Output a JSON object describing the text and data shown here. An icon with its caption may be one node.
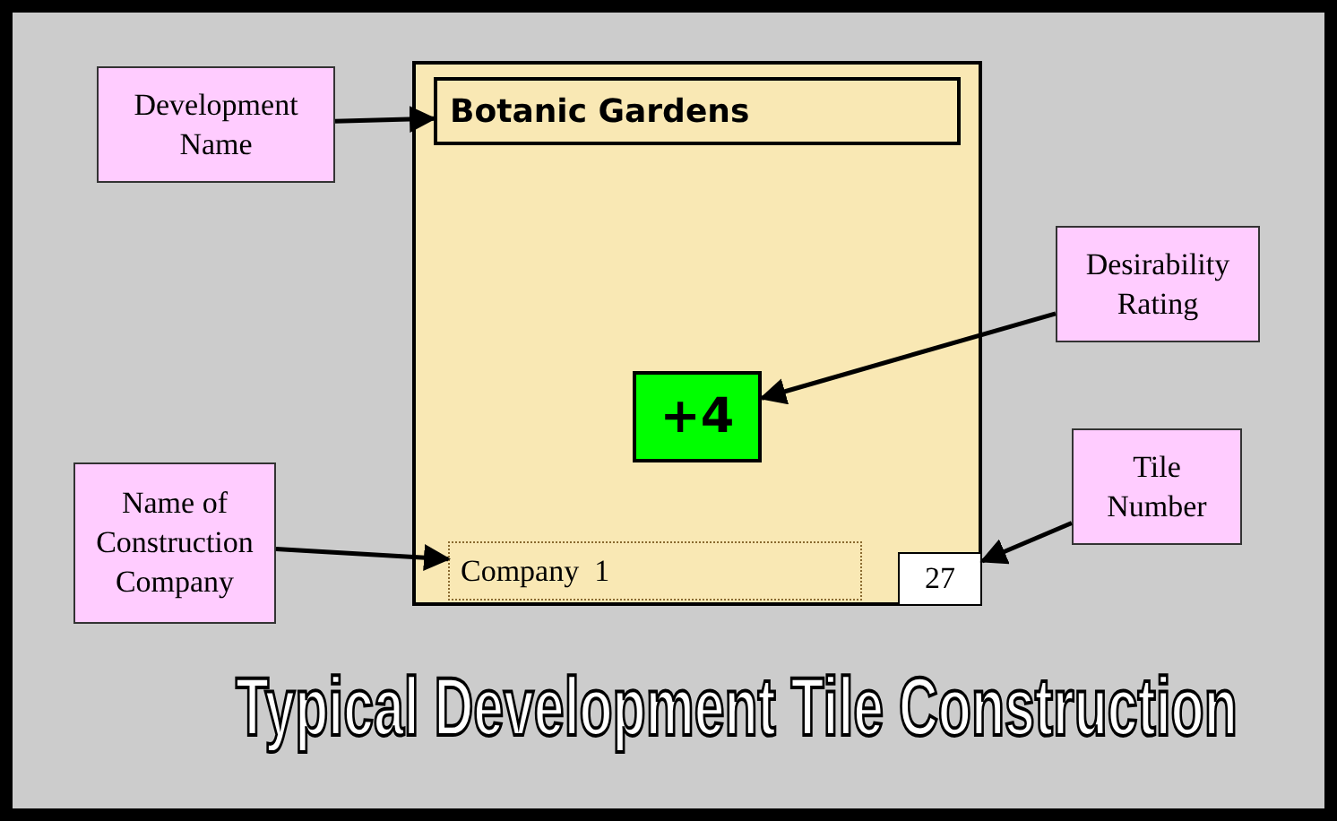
{
  "diagram": {
    "title": "Typical Development Tile Construction",
    "nodes": [
      {
        "text": [
          "Development Name"
        ]
      },
      {
        "text": [],
        "shape": "box"
      },
      {
        "text": [
          "Botanic Gardens"
        ],
        "in": 1
      },
      {
        "text": [
          "Desirability Rating"
        ]
      },
      {
        "text": [
          "+4"
        ],
        "in": 1
      },
      {
        "text": [
          "Name of Construction Company"
        ]
      },
      {
        "text": [
          "Company  1"
        ],
        "in": 1
      },
      {
        "text": [
          "Tile Number"
        ]
      },
      {
        "text": [
          "27"
        ],
        "in": 1
      }
    ],
    "edges": [
      {
        "from": 0,
        "to": 2,
        "arrow": "to"
      },
      {
        "from": 3,
        "to": 4,
        "arrow": "to"
      },
      {
        "from": 5,
        "to": 6,
        "arrow": "to"
      },
      {
        "from": 7,
        "to": 8,
        "arrow": "to"
      }
    ]
  }
}
